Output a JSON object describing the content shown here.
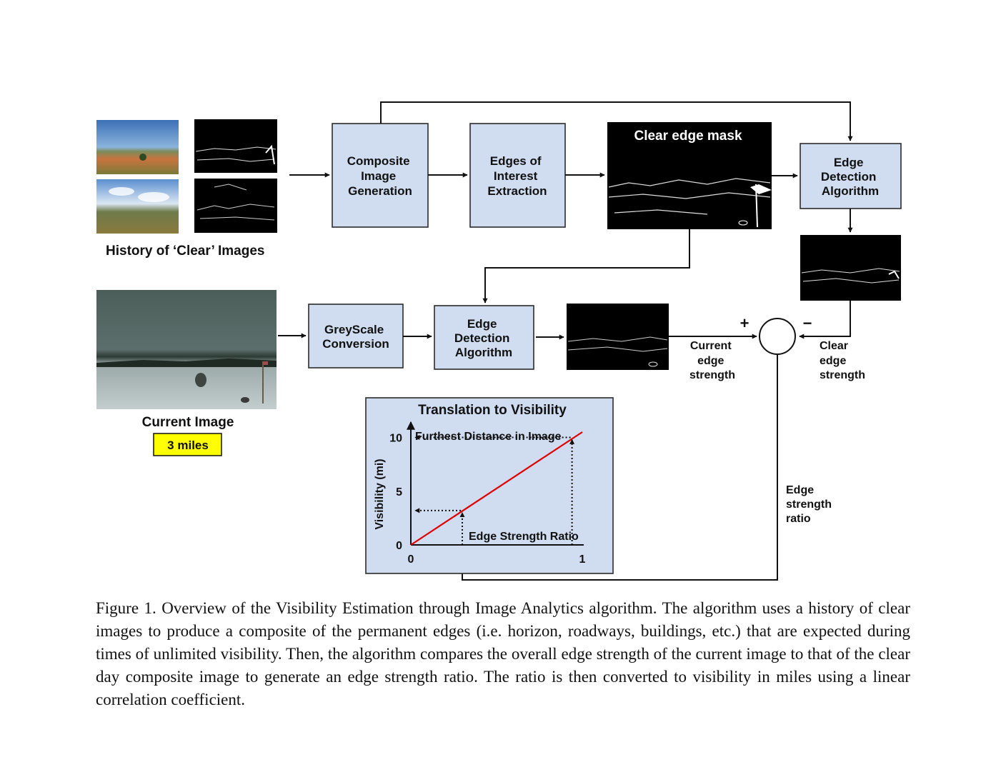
{
  "history": {
    "label": "History of ‘Clear’ Images"
  },
  "blocks": {
    "composite": [
      "Composite",
      "Image",
      "Generation"
    ],
    "edges_interest": [
      "Edges of",
      "Interest",
      "Extraction"
    ],
    "clear_edge_mask": "Clear edge mask",
    "edge_detection_top": [
      "Edge",
      "Detection",
      "Algorithm"
    ],
    "greyscale": [
      "GreyScale",
      "Conversion"
    ],
    "edge_detection_mid": [
      "Edge",
      "Detection",
      "Algorithm"
    ]
  },
  "current": {
    "label": "Current Image",
    "badge": "3 miles"
  },
  "signals": {
    "current_edge": [
      "Current",
      "edge",
      "strength"
    ],
    "clear_edge": [
      "Clear",
      "edge",
      "strength"
    ],
    "ratio": [
      "Edge",
      "strength",
      "ratio"
    ],
    "plus": "+",
    "minus": "−"
  },
  "colors": {
    "box_fill": "#d0dcef",
    "badge": "#ffff00",
    "line": "#e00000"
  },
  "chart_data": {
    "type": "line",
    "title": "Translation to Visibility",
    "xlabel": "Edge Strength Ratio",
    "ylabel": "Visibility (mi)",
    "xlim": [
      0,
      1
    ],
    "ylim": [
      0,
      10.5
    ],
    "x_ticks": [
      "0",
      "1"
    ],
    "y_ticks": [
      "0",
      "5",
      "10"
    ],
    "series": [
      {
        "x": [
          0,
          1
        ],
        "y": [
          0,
          10.5
        ]
      }
    ],
    "annotation": "Furthest Distance in Image",
    "guide_points": [
      {
        "x": 0.3,
        "y": 3.2
      },
      {
        "x": 0.94,
        "y": 10
      }
    ]
  },
  "caption": "Figure 1. Overview of the Visibility Estimation through Image Analytics algorithm.  The algorithm uses a history of clear images to produce a composite of the permanent edges (i.e. horizon, roadways, buildings, etc.) that are expected during times of unlimited visibility.  Then, the algorithm compares the overall edge strength of the current image to that of the clear day composite image to generate an edge strength ratio. The ratio is then converted to visibility in miles using a linear correlation coefficient."
}
